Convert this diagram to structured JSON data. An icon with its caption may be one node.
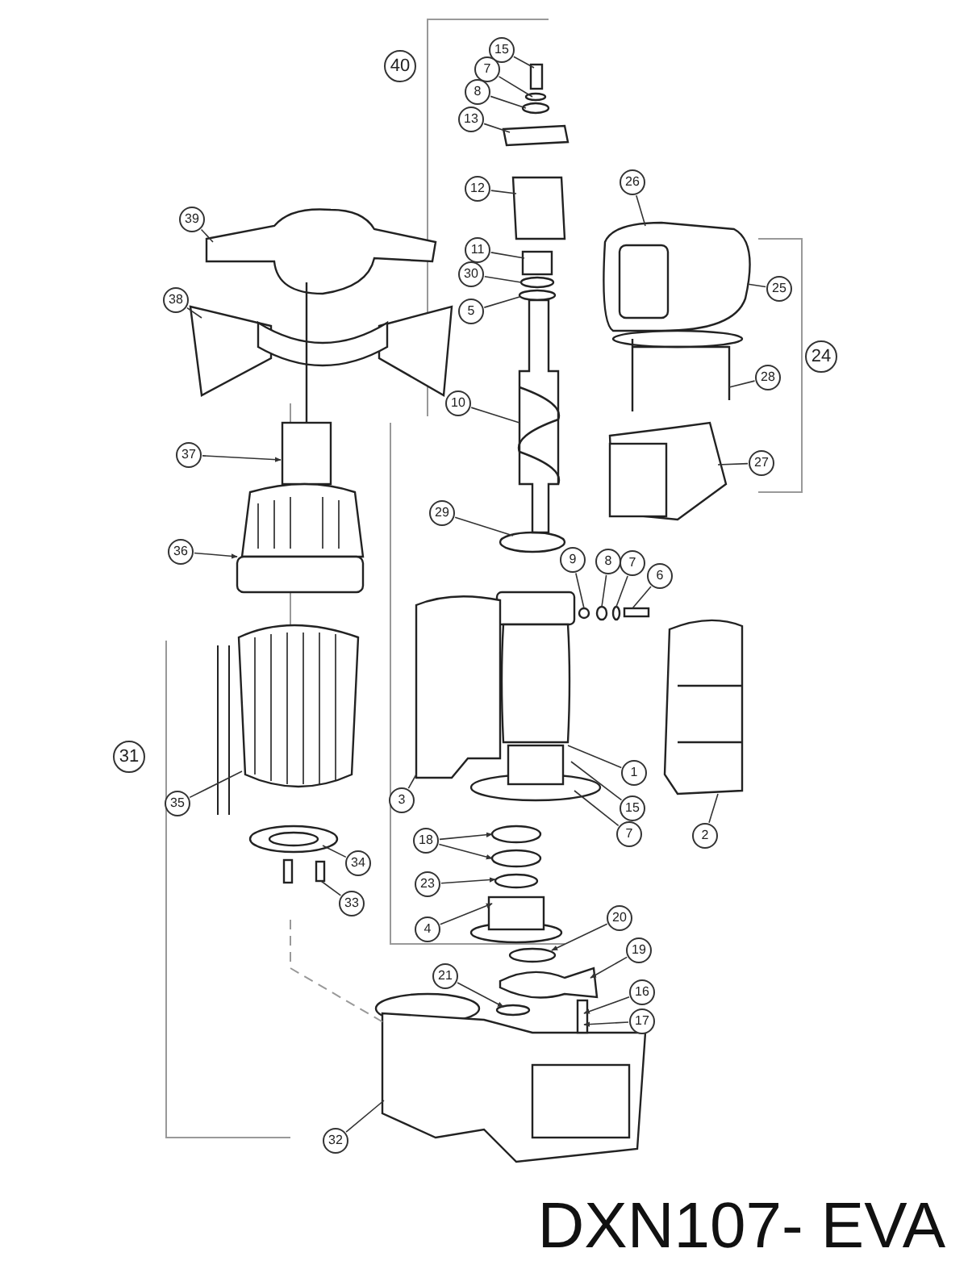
{
  "diagram": {
    "title": "DXN107- EVA",
    "nodes": [
      {
        "text": [
          "15"
        ]
      },
      {
        "text": [
          "7"
        ]
      },
      {
        "text": [
          "8"
        ]
      },
      {
        "text": [
          "13"
        ]
      },
      {
        "text": [
          "12"
        ]
      },
      {
        "text": [
          "11"
        ]
      },
      {
        "text": [
          "30"
        ]
      },
      {
        "text": [
          "5"
        ]
      },
      {
        "text": [
          "10"
        ]
      },
      {
        "text": [
          "26"
        ]
      },
      {
        "text": [
          "25"
        ]
      },
      {
        "text": [
          "28"
        ]
      },
      {
        "text": [
          "27"
        ]
      },
      {
        "text": [
          "39"
        ]
      },
      {
        "text": [
          "38"
        ]
      },
      {
        "text": [
          "37"
        ]
      },
      {
        "text": [
          "36"
        ]
      },
      {
        "text": [
          "29"
        ]
      },
      {
        "text": [
          "9"
        ]
      },
      {
        "text": [
          "8"
        ]
      },
      {
        "text": [
          "7"
        ]
      },
      {
        "text": [
          "6"
        ]
      },
      {
        "text": [
          "35"
        ]
      },
      {
        "text": [
          "34"
        ]
      },
      {
        "text": [
          "33"
        ]
      },
      {
        "text": [
          "3"
        ]
      },
      {
        "text": [
          "1"
        ]
      },
      {
        "text": [
          "15"
        ]
      },
      {
        "text": [
          "7"
        ]
      },
      {
        "text": [
          "2"
        ]
      },
      {
        "text": [
          "18"
        ]
      },
      {
        "text": [
          "23"
        ]
      },
      {
        "text": [
          "4"
        ]
      },
      {
        "text": [
          "20"
        ]
      },
      {
        "text": [
          "19"
        ]
      },
      {
        "text": [
          "21"
        ]
      },
      {
        "text": [
          "16"
        ]
      },
      {
        "text": [
          "17"
        ]
      },
      {
        "text": [
          "32"
        ]
      }
    ],
    "edges": [
      {
        "from": 0,
        "to": null,
        "arrow": "none"
      },
      {
        "from": 1,
        "to": null,
        "arrow": "none"
      },
      {
        "from": 2,
        "to": null,
        "arrow": "none"
      },
      {
        "from": 3,
        "to": null,
        "arrow": "none"
      },
      {
        "from": 4,
        "to": null,
        "arrow": "none"
      },
      {
        "from": 5,
        "to": null,
        "arrow": "none"
      },
      {
        "from": 6,
        "to": null,
        "arrow": "none"
      },
      {
        "from": 7,
        "to": null,
        "arrow": "none"
      },
      {
        "from": 8,
        "to": null,
        "arrow": "none"
      },
      {
        "from": 9,
        "to": null,
        "arrow": "none"
      },
      {
        "from": 10,
        "to": null,
        "arrow": "none"
      },
      {
        "from": 11,
        "to": null,
        "arrow": "none"
      },
      {
        "from": 12,
        "to": null,
        "arrow": "none"
      },
      {
        "from": 13,
        "to": null,
        "arrow": "none"
      },
      {
        "from": 14,
        "to": null,
        "arrow": "none"
      },
      {
        "from": 15,
        "to": null,
        "arrow": "to"
      },
      {
        "from": 16,
        "to": null,
        "arrow": "to"
      },
      {
        "from": 17,
        "to": null,
        "arrow": "none"
      },
      {
        "from": 18,
        "to": null,
        "arrow": "none"
      },
      {
        "from": 19,
        "to": null,
        "arrow": "none"
      },
      {
        "from": 20,
        "to": null,
        "arrow": "none"
      },
      {
        "from": 21,
        "to": null,
        "arrow": "none"
      },
      {
        "from": 22,
        "to": null,
        "arrow": "none"
      },
      {
        "from": 23,
        "to": null,
        "arrow": "none"
      },
      {
        "from": 24,
        "to": null,
        "arrow": "none"
      },
      {
        "from": 25,
        "to": null,
        "arrow": "none"
      },
      {
        "from": 26,
        "to": null,
        "arrow": "none"
      },
      {
        "from": 27,
        "to": null,
        "arrow": "none"
      },
      {
        "from": 28,
        "to": null,
        "arrow": "none"
      },
      {
        "from": 29,
        "to": null,
        "arrow": "none"
      },
      {
        "from": 30,
        "to": null,
        "arrow": "to"
      },
      {
        "from": 30,
        "to": null,
        "arrow": "to"
      },
      {
        "from": 31,
        "to": null,
        "arrow": "to"
      },
      {
        "from": 32,
        "to": null,
        "arrow": "to"
      },
      {
        "from": 33,
        "to": null,
        "arrow": "to"
      },
      {
        "from": 34,
        "to": null,
        "arrow": "to"
      },
      {
        "from": 35,
        "to": null,
        "arrow": "to"
      },
      {
        "from": 36,
        "to": null,
        "arrow": "to"
      },
      {
        "from": 37,
        "to": null,
        "arrow": "to"
      },
      {
        "from": 38,
        "to": null,
        "arrow": "none"
      }
    ],
    "labels": [
      "40",
      "24",
      "31"
    ]
  }
}
